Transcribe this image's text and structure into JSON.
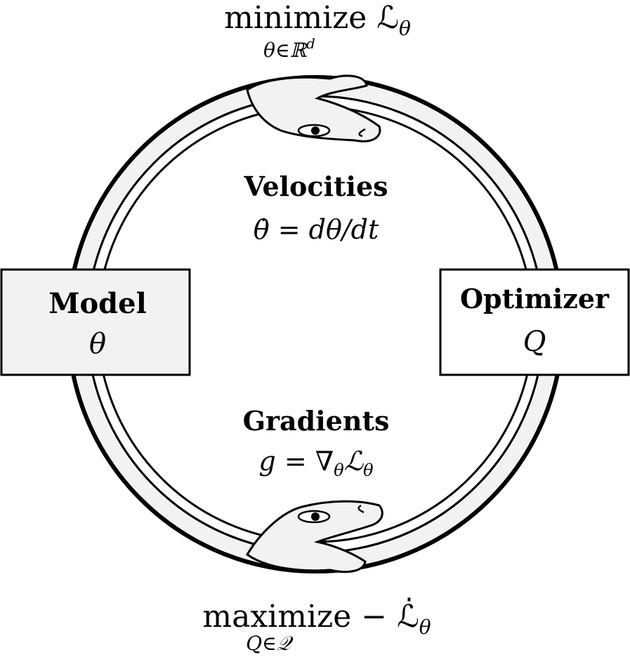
{
  "top_label": {
    "main": "minimize ℒ",
    "main_sub": "θ",
    "under": "θ∈ℝ",
    "under_sup": "d"
  },
  "bottom_label": {
    "main": "maximize  − ℒ̇",
    "main_sub": "θ",
    "under": "Q∈𝒬"
  },
  "model_box": {
    "title": "Model",
    "symbol": "θ"
  },
  "optimizer_box": {
    "title": "Optimizer",
    "symbol": "Q"
  },
  "velocities": {
    "title": "Velocities",
    "formula": "θ̇ = dθ/dt"
  },
  "gradients": {
    "title": "Gradients",
    "formula": "g = ∇",
    "formula_sub": "θ",
    "formula_tail": "ℒ",
    "formula_tail_sub": "θ"
  },
  "colors": {
    "stroke": "#000000",
    "snake_fill": "#f2f2f2",
    "model_fill": "#f2f2f2",
    "optimizer_fill": "#ffffff"
  }
}
